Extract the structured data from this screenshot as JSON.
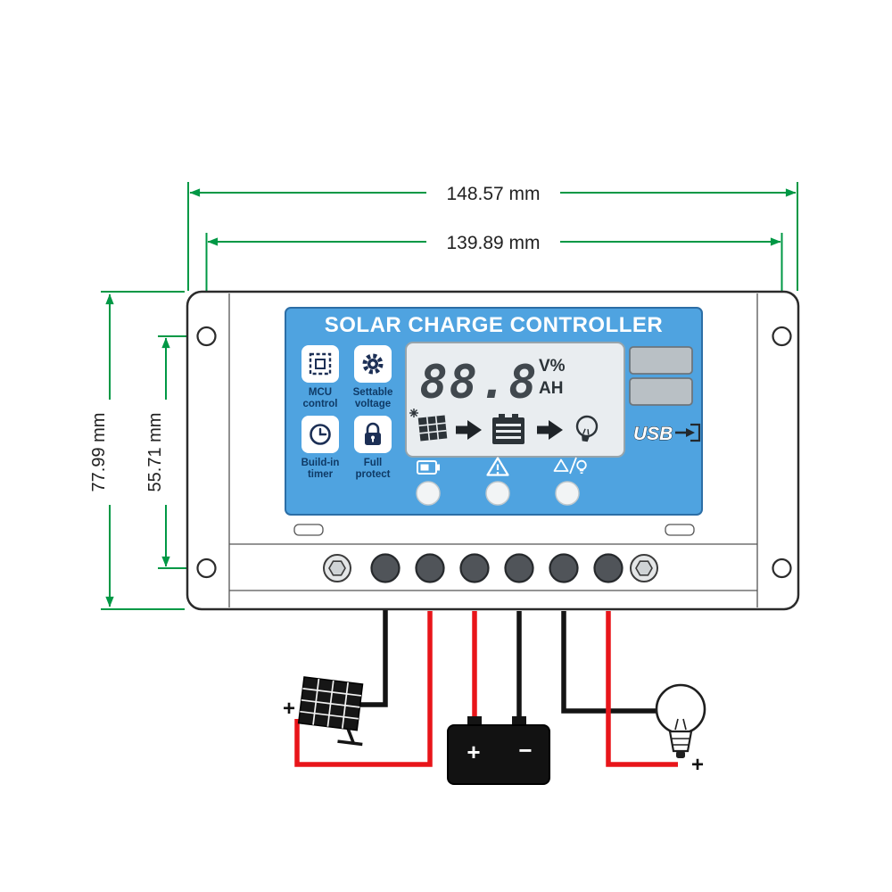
{
  "diagram": {
    "dimensions": {
      "outer_width": "148.57 mm",
      "hole_width": "139.89 mm",
      "outer_height": "77.99 mm",
      "hole_height": "55.71 mm"
    },
    "device": {
      "title": "SOLAR CHARGE CONTROLLER",
      "features": [
        {
          "icon": "chip-icon",
          "line1": "MCU",
          "line2": "control"
        },
        {
          "icon": "gear-icon",
          "line1": "Settable",
          "line2": "voltage"
        },
        {
          "icon": "clock-icon",
          "line1": "Build-in",
          "line2": "timer"
        },
        {
          "icon": "lock-icon",
          "line1": "Full",
          "line2": "protect"
        }
      ],
      "lcd": {
        "reading": "88.8",
        "unit_line1": "V%",
        "unit_line2": "AH",
        "flow_icons": [
          "solar-panel-icon",
          "arrow-icon",
          "battery-icon",
          "arrow-icon",
          "bulb-icon"
        ]
      },
      "indicator_icons": [
        "battery-status-icon",
        "warning-triangle-icon",
        "triangle-bulb-icon"
      ],
      "usb_label": "USB"
    },
    "wiring": {
      "solar_positive": "+",
      "battery_positive": "+",
      "battery_negative": "−",
      "load_positive": "+"
    }
  },
  "colors": {
    "dimension_green": "#009845",
    "panel_blue": "#4FA3E0",
    "wire_red": "#E8151A",
    "wire_black": "#141414",
    "lcd_background": "#E9EDF0",
    "icon_navy": "#1c2f55"
  }
}
